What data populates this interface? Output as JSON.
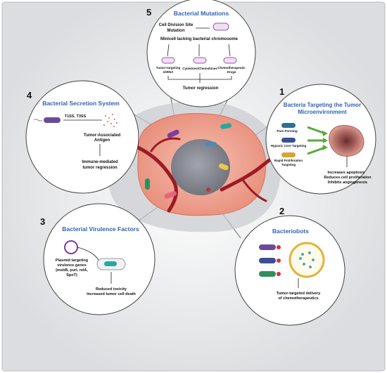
{
  "colors": {
    "background": "#e9eaec",
    "tumor_outer": "#f4ad9c",
    "tumor_core": "#8b8d97",
    "circle_title": "#2f63b8",
    "green_arrow": "#5aa83a",
    "vessel": "#9b1b25"
  },
  "panels": {
    "p5": {
      "number": "5",
      "title": "Bacterial Mutations",
      "site_mutation": "Cell Division Site",
      "site_mutation2": "Mutation",
      "minicell": "Minicell lacking bacterial chromosome",
      "tumor_targeting": "Tumor-targeting",
      "shrna": "shRNA",
      "cytokines": "Cytokines/Chemokines",
      "chemo1": "Chemotherapeutic",
      "chemo2": "Drugs",
      "regression": "Tumor regression"
    },
    "p1": {
      "number": "1",
      "title1": "Bacteria Targeting the Tumor",
      "title2": "Microenvironment",
      "pore": "Pore Forming",
      "hypoxic": "Hypoxic Core Targeting",
      "rapid1": "Rapid Proliferation",
      "rapid2": "Targeting",
      "out1": "Increases apoptosis",
      "out2": "Reduces cell proliferation",
      "out3": "Inhibits angiogenesis"
    },
    "p4": {
      "number": "4",
      "title": "Bacterial Secretion System",
      "t1ss": "T1SS, T3SS",
      "antigen1": "Tumor-Associated",
      "antigen2": "Antigen",
      "immune1": "Immune-mediated",
      "immune2": "tumor regression"
    },
    "p3": {
      "number": "3",
      "title": "Bacterial Virulence Factors",
      "plasmid1": "Plasmid targeting",
      "plasmid2": "virulence genes",
      "plasmid3": "(msbB, purI, relA,",
      "plasmid4": "SpoT)",
      "out1": "Reduced toxicity",
      "out2": "Increased tumor cell death"
    },
    "p2": {
      "number": "2",
      "title": "Bacteriobots",
      "out1": "Tumor-targeted delivery",
      "out2": "of chemotherapeutics"
    }
  }
}
